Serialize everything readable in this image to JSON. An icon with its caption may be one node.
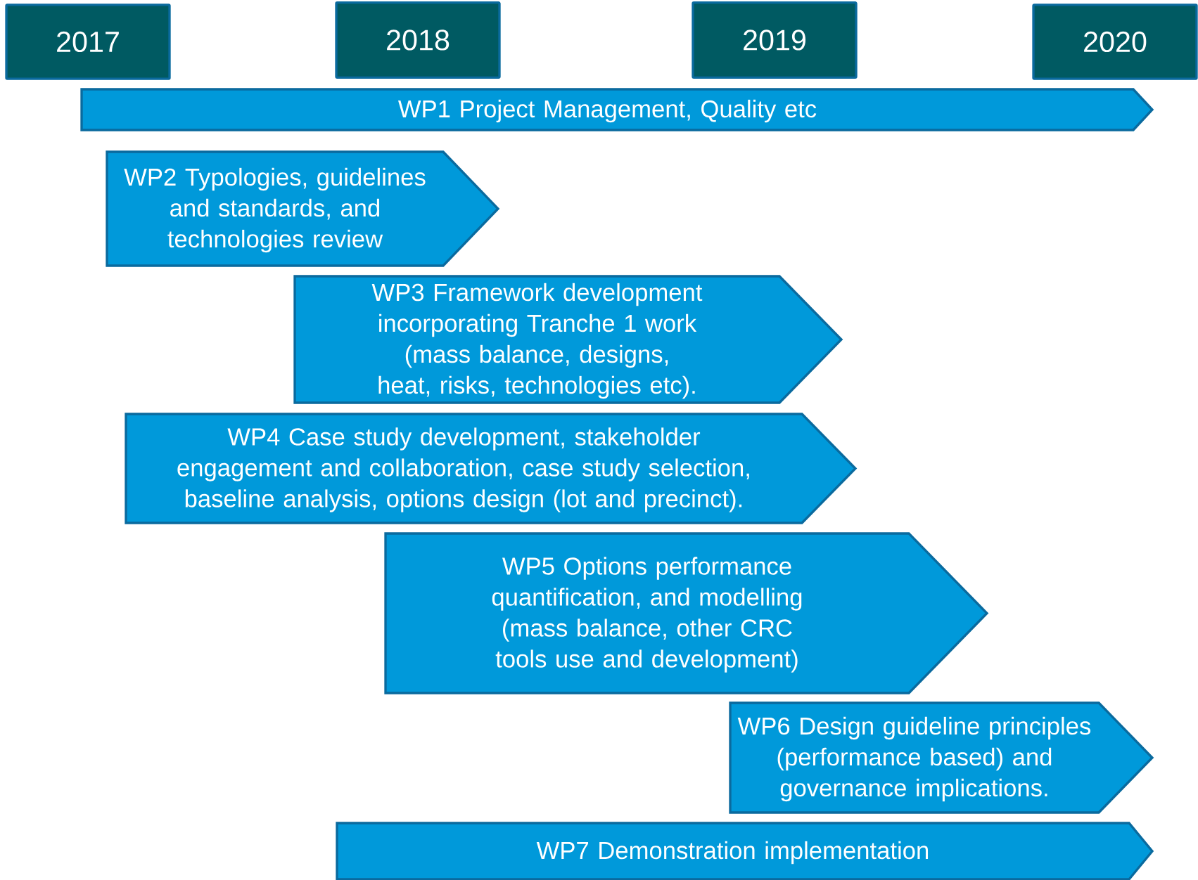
{
  "diagram": {
    "nodes": [
      {
        "text": [
          "2017"
        ]
      },
      {
        "text": [
          "2018"
        ]
      },
      {
        "text": [
          "2019"
        ]
      },
      {
        "text": [
          "2020"
        ]
      },
      {
        "text": [
          "WP1 Project Management, Quality etc"
        ]
      },
      {
        "text": [
          "WP2 Typologies, guidelines and standards, and technologies review"
        ]
      },
      {
        "text": [
          "WP3 Framework development incorporating Tranche 1 work (mass balance, designs, heat, risks, technologies etc)."
        ]
      },
      {
        "text": [
          "WP4 Case study development, stakeholder engagement and collaboration, case study selection, baseline analysis, options design (lot and precinct)."
        ]
      },
      {
        "text": [
          "WP5 Options performance quantification, and modelling",
          "(mass balance, other CRC tools use and development)"
        ]
      },
      {
        "text": [
          "WP6 Design guideline principles (performance based) and governance implications."
        ]
      },
      {
        "text": [
          "WP7 Demonstration implementation"
        ]
      }
    ]
  }
}
